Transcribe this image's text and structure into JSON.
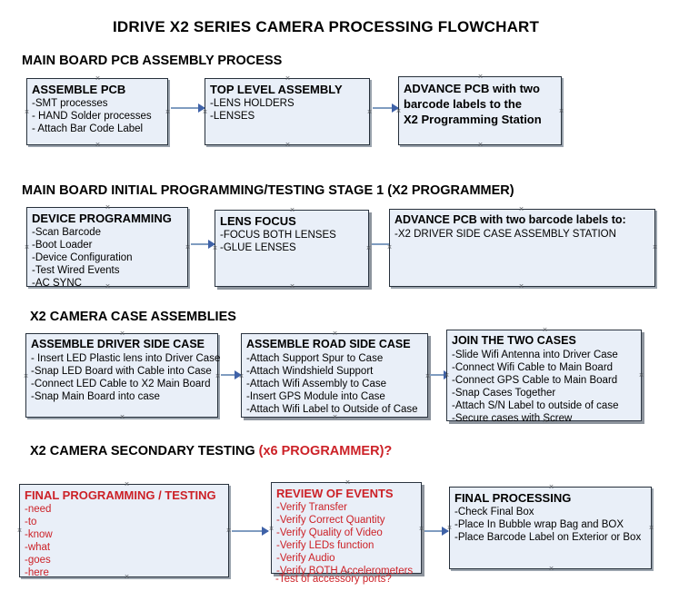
{
  "document": {
    "title": "IDRIVE X2  SERIES CAMERA PROCESSING FLOWCHART"
  },
  "colors": {
    "node_fill": "#e9eff8",
    "node_border": "#26303b",
    "connector": "#7f9cc0",
    "arrowhead": "#3f62a8",
    "red_text": "#cc2127",
    "black_text": "#000000"
  },
  "sections": [
    {
      "heading": "MAIN BOARD PCB ASSEMBLY PROCESS",
      "heading_red": "",
      "nodes": [
        {
          "title": "ASSEMBLE PCB",
          "lines": [
            "-SMT processes",
            "- HAND Solder processes",
            "- Attach Bar Code Label"
          ]
        },
        {
          "title": "TOP LEVEL ASSEMBLY",
          "lines": [
            "-LENS HOLDERS",
            "-LENSES"
          ]
        },
        {
          "title": "ADVANCE PCB with two",
          "lines": [
            "barcode labels to the",
            " X2 Programming Station"
          ]
        }
      ]
    },
    {
      "heading": "MAIN BOARD INITIAL PROGRAMMING/TESTING STAGE 1 (X2 PROGRAMMER)",
      "heading_red": "",
      "nodes": [
        {
          "title": "DEVICE PROGRAMMING",
          "lines": [
            "-Scan Barcode",
            "-Boot Loader",
            "-Device Configuration",
            "-Test Wired Events",
            "-AC SYNC"
          ]
        },
        {
          "title": "LENS FOCUS",
          "lines": [
            "-FOCUS BOTH LENSES",
            "-GLUE LENSES"
          ]
        },
        {
          "title": "ADVANCE PCB with two barcode labels to:",
          "lines": [
            "-X2 DRIVER  SIDE  CASE  ASSEMBLY STATION"
          ]
        }
      ]
    },
    {
      "heading": "X2 CAMERA CASE ASSEMBLIES",
      "heading_red": "",
      "nodes": [
        {
          "title": "ASSEMBLE DRIVER SIDE CASE",
          "lines": [
            "- Insert LED Plastic lens into Driver Case",
            "-Snap LED Board with Cable into Case",
            "-Connect LED Cable to X2 Main Board",
            "-Snap Main Board into case"
          ]
        },
        {
          "title": "ASSEMBLE ROAD SIDE CASE",
          "lines": [
            "-Attach Support Spur to Case",
            "-Attach Windshield Support",
            "-Attach Wifi Assembly to Case",
            "-Insert GPS Module into Case",
            "-Attach Wifi Label to Outside of Case"
          ]
        },
        {
          "title": "JOIN THE TWO CASES",
          "lines": [
            "-Slide Wifi Antenna into Driver Case",
            "-Connect Wifi Cable to Main Board",
            "-Connect GPS Cable to Main Board",
            "-Snap Cases Together",
            "-Attach S/N Label to outside of case",
            "-Secure cases with Screw"
          ]
        }
      ]
    },
    {
      "heading": "X2 CAMERA SECONDARY TESTING ",
      "heading_red": "(x6 PROGRAMMER)?",
      "nodes": [
        {
          "title": "FINAL PROGRAMMING / TESTING",
          "lines": [
            "-need",
            "-to",
            "-know",
            "-what",
            "-goes",
            "-here"
          ]
        },
        {
          "title": "REVIEW OF EVENTS",
          "lines": [
            "-Verify Transfer",
            "-Verify Correct Quantity",
            "-Verify Quality of Video",
            "-Verify LEDs function",
            "-Verify Audio",
            "-Verify BOTH Accelerometers"
          ],
          "overflow_line": "-Test of accessory ports?"
        },
        {
          "title": "FINAL PROCESSING",
          "lines": [
            " -Check Final Box",
            "-Place In Bubble wrap Bag and BOX",
            "-Place Barcode Label on Exterior or Box"
          ]
        }
      ]
    }
  ]
}
